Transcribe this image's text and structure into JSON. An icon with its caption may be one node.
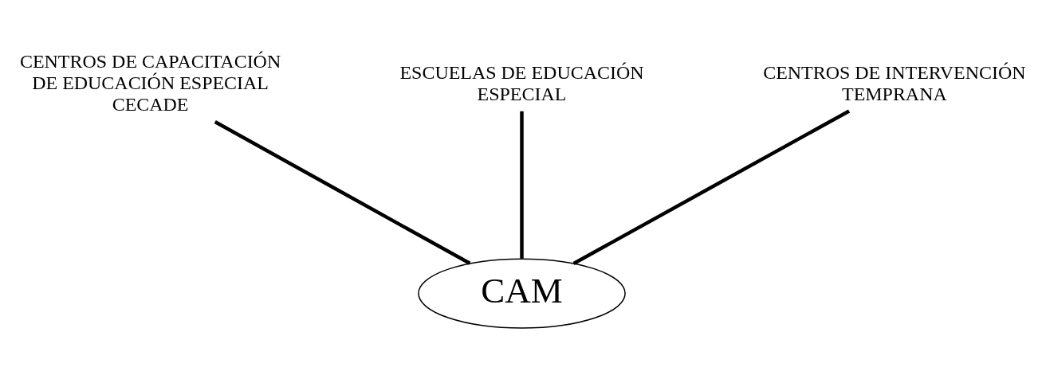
{
  "diagram": {
    "nodes": [
      {
        "text": [
          "CENTROS DE CAPACITACIÓN DE EDUCACIÓN ESPECIAL CECADE"
        ]
      },
      {
        "text": [
          "ESCUELAS DE EDUCACIÓN ESPECIAL"
        ]
      },
      {
        "text": [
          "CENTROS DE INTERVENCIÓN TEMPRANA"
        ]
      },
      {
        "text": [
          "CAM"
        ]
      }
    ],
    "edges": [
      {
        "from": 0,
        "to": 3,
        "arrow": "none"
      },
      {
        "from": 1,
        "to": 3,
        "arrow": "none"
      },
      {
        "from": 2,
        "to": 3,
        "arrow": "none"
      }
    ]
  }
}
